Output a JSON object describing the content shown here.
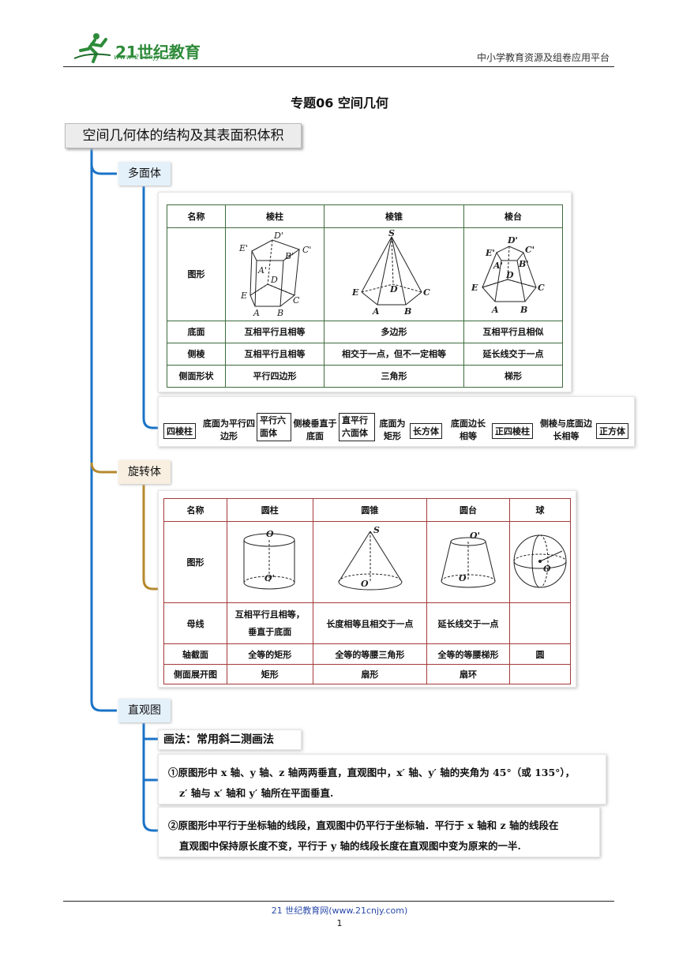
{
  "header": {
    "logo_text": "21世纪教育",
    "logo_url": "www.21cnjy.com",
    "right_text": "中小学教育资源及组卷应用平台"
  },
  "title": "专题06  空间几何",
  "main_node": "空间几何体的结构及其表面积体积",
  "branches": {
    "polyhedron": "多面体",
    "rotation": "旋转体",
    "intuitive": "直观图"
  },
  "table1": {
    "headers": [
      "名称",
      "棱柱",
      "棱锥",
      "棱台"
    ],
    "rows": [
      {
        "label": "图形",
        "cells": [
          "",
          "",
          ""
        ]
      },
      {
        "label": "底面",
        "cells": [
          "互相平行且相等",
          "多边形",
          "互相平行且相似"
        ]
      },
      {
        "label": "侧棱",
        "cells": [
          "互相平行且相等",
          "相交于一点，但不一定相等",
          "延长线交于一点"
        ]
      },
      {
        "label": "侧面形状",
        "cells": [
          "平行四边形",
          "三角形",
          "梯形"
        ]
      }
    ],
    "figure_labels": {
      "prism": [
        "D'",
        "E'",
        "C'",
        "B'",
        "A'",
        "D",
        "E",
        "C",
        "A",
        "B"
      ],
      "pyramid": [
        "S",
        "E",
        "D",
        "C",
        "A",
        "B"
      ],
      "frustum": [
        "D'",
        "E'",
        "C'",
        "A'",
        "B'",
        "D",
        "E",
        "C",
        "A",
        "B"
      ]
    }
  },
  "chain": {
    "items": [
      "四棱柱",
      "底面为平行四边形",
      "平行六面体",
      "侧棱垂直于底面",
      "直平行六面体",
      "底面为矩形",
      "长方体",
      "底面边长相等",
      "正四棱柱",
      "侧棱与底面边长相等",
      "正方体"
    ]
  },
  "table2": {
    "headers": [
      "名称",
      "圆柱",
      "圆锥",
      "圆台",
      "球"
    ],
    "rows": [
      {
        "label": "图形",
        "cells": [
          "",
          "",
          "",
          ""
        ]
      },
      {
        "label": "母线",
        "cells": [
          "互相平行且相等，垂直于底面",
          "长度相等且相交于一点",
          "延长线交于一点",
          ""
        ]
      },
      {
        "label": "轴截面",
        "cells": [
          "全等的矩形",
          "全等的等腰三角形",
          "全等的等腰梯形",
          "圆"
        ]
      },
      {
        "label": "侧面展开图",
        "cells": [
          "矩形",
          "扇形",
          "扇环",
          ""
        ]
      }
    ],
    "figure_labels": {
      "cylinder": [
        "O",
        "O'"
      ],
      "cone": [
        "S",
        "O"
      ],
      "frustum": [
        "O'",
        "O"
      ],
      "sphere": [
        "O"
      ]
    }
  },
  "intuitive": {
    "method": "画法：常用斜二测画法",
    "rule1_line1": "①原图形中 x 轴、y 轴、z 轴两两垂直，直观图中，x′ 轴、y′ 轴的夹角为 45°（或 135°），",
    "rule1_line2": "z′ 轴与 x′ 轴和 y′ 轴所在平面垂直.",
    "rule2_line1": "②原图形中平行于坐标轴的线段，直观图中仍平行于坐标轴．平行于 x 轴和 z 轴的线段在",
    "rule2_line2": "直观图中保持原长度不变，平行于 y 轴的线段长度在直观图中变为原来的一半."
  },
  "footer": {
    "site": "21 世纪教育网(www.21cnjy.com)",
    "page": "1"
  },
  "colors": {
    "blue_connector": "#1a73c7",
    "gold_connector": "#b5892e",
    "table1_border": "#3d6b3d",
    "table2_border": "#a33a3a"
  }
}
